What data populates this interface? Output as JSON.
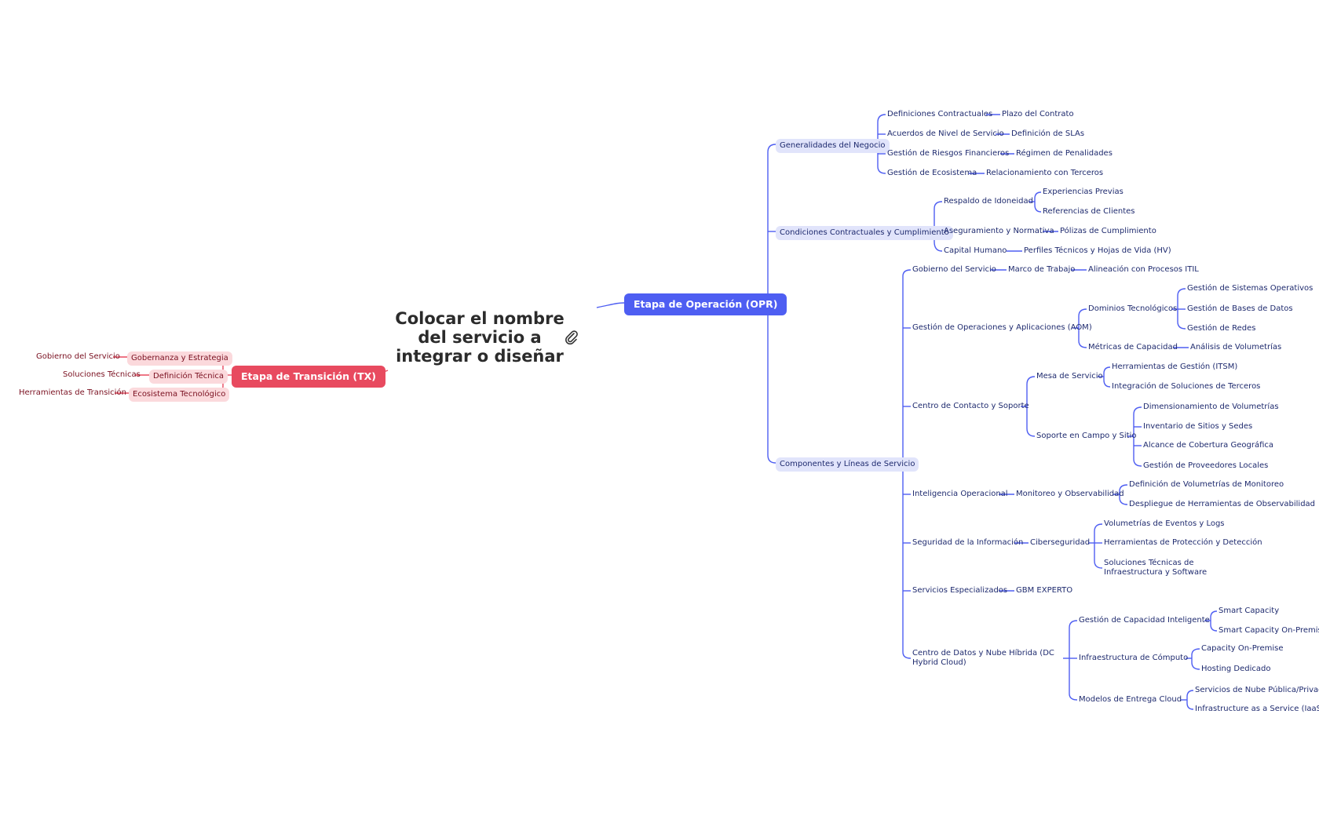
{
  "central": {
    "title": "Colocar el nombre del servicio a integrar o diseñar",
    "icon": "paperclip-icon"
  },
  "colors": {
    "opr_accent": "#4e5ef2",
    "tx_accent": "#e84a5f",
    "opr_pill": "#e1e4fb",
    "tx_pill": "#fbd9dc",
    "opr_text": "#1e2a6e",
    "tx_text": "#7a1020"
  },
  "opr": {
    "label": "Etapa de Operación (OPR)",
    "n1": {
      "label": "Generalidades del Negocio",
      "c1": {
        "label": "Definiciones Contractuales",
        "c1": "Plazo del Contrato"
      },
      "c2": {
        "label": "Acuerdos de Nivel de Servicio",
        "c1": "Definición de SLAs"
      },
      "c3": {
        "label": "Gestión de Riesgos Financieros",
        "c1": "Régimen de Penalidades"
      },
      "c4": {
        "label": "Gestión de Ecosistema",
        "c1": "Relacionamiento con Terceros"
      }
    },
    "n2": {
      "label": "Condiciones Contractuales y Cumplimiento",
      "c1": {
        "label": "Respaldo de Idoneidad",
        "c1": "Experiencias Previas",
        "c2": "Referencias de Clientes"
      },
      "c2": {
        "label": "Aseguramiento y Normativa",
        "c1": "Pólizas de Cumplimiento"
      },
      "c3": {
        "label": "Capital Humano",
        "c1": "Perfiles Técnicos y Hojas de Vida (HV)"
      }
    },
    "n3": {
      "label": "Componentes y Líneas de Servicio",
      "c1": {
        "label": "Gobierno del Servicio",
        "g1": {
          "label": "Marco de Trabajo",
          "c1": "Alineación con Procesos ITIL"
        }
      },
      "c2": {
        "label": "Gestión de Operaciones y Aplicaciones (AOM)",
        "g1": {
          "label": "Dominios Tecnológicos",
          "c1": "Gestión de Sistemas Operativos",
          "c2": "Gestión de Bases de Datos",
          "c3": "Gestión de Redes"
        },
        "g2": {
          "label": "Métricas de Capacidad",
          "c1": "Análisis de Volumetrías"
        }
      },
      "c3": {
        "label": "Centro de Contacto y Soporte",
        "g1": {
          "label": "Mesa de Servicio",
          "c1": "Herramientas de Gestión (ITSM)",
          "c2": "Integración de Soluciones de Terceros"
        },
        "g2": {
          "label": "Soporte en Campo y Sitio",
          "c1": "Dimensionamiento de Volumetrías",
          "c2": "Inventario de Sitios y Sedes",
          "c3": "Alcance de Cobertura Geográfica",
          "c4": "Gestión de Proveedores Locales"
        }
      },
      "c4": {
        "label": "Inteligencia Operacional",
        "g1": {
          "label": "Monitoreo y Observabilidad",
          "c1": "Definición de Volumetrías de Monitoreo",
          "c2": "Despliegue de Herramientas de Observabilidad"
        }
      },
      "c5": {
        "label": "Seguridad de la Información",
        "g1": {
          "label": "Ciberseguridad",
          "c1": "Volumetrías de Eventos y Logs",
          "c2": "Herramientas de Protección y Detección",
          "c3": "Soluciones Técnicas de Infraestructura y Software"
        }
      },
      "c6": {
        "label": "Servicios Especializados",
        "c1": "GBM EXPERTO"
      },
      "c7": {
        "label": "Centro de Datos y Nube Híbrida (DC Hybrid Cloud)",
        "g1": {
          "label": "Gestión de Capacidad Inteligente",
          "c1": "Smart Capacity",
          "c2": "Smart Capacity On-Premise"
        },
        "g2": {
          "label": "Infraestructura de Cómputo",
          "c1": "Capacity On-Premise",
          "c2": "Hosting Dedicado"
        },
        "g3": {
          "label": "Modelos de Entrega Cloud",
          "c1": "Servicios de Nube Pública/Privada",
          "c2": "Infrastructure as a Service (IaaS)"
        }
      }
    }
  },
  "tx": {
    "label": "Etapa de Transición (TX)",
    "n1": {
      "label": "Gobernanza y Estrategia",
      "c1": "Gobierno del Servicio"
    },
    "n2": {
      "label": "Definición Técnica",
      "c1": "Soluciones Técnicas"
    },
    "n3": {
      "label": "Ecosistema Tecnológico",
      "c1": "Herramientas de Transición"
    }
  }
}
